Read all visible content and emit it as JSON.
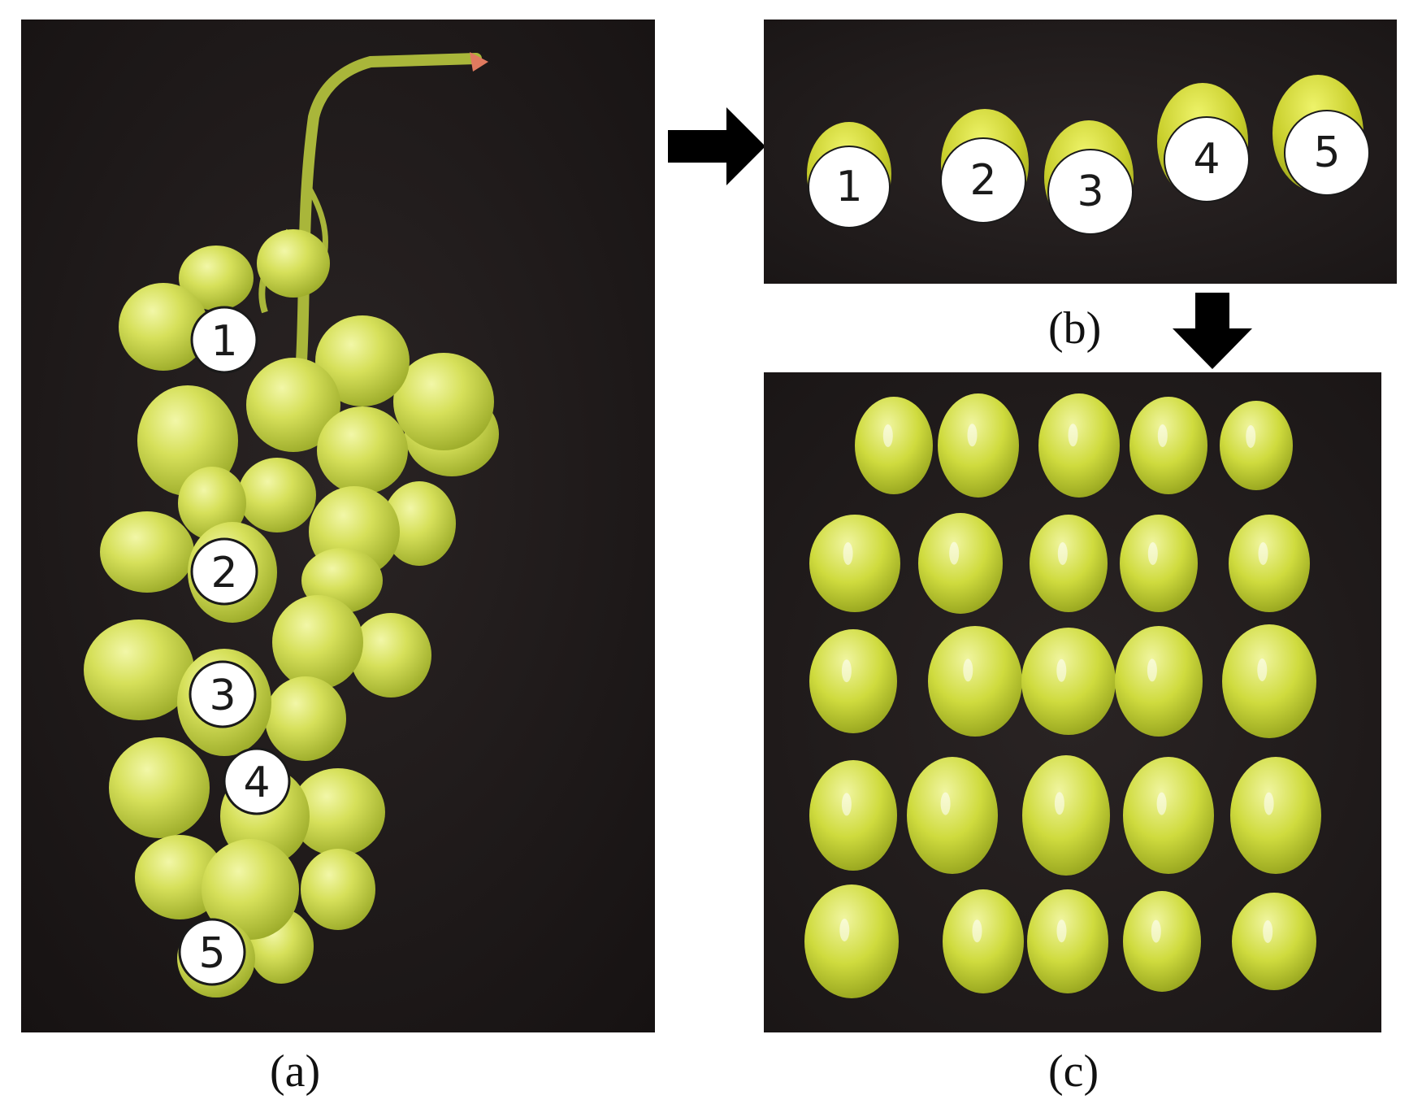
{
  "captions": {
    "a": "(a)",
    "b": "(b)",
    "c": "(c)"
  },
  "markers": {
    "a": [
      "1",
      "2",
      "3",
      "4",
      "5"
    ],
    "b": [
      "1",
      "2",
      "3",
      "4",
      "5"
    ]
  },
  "grid_c": {
    "rows": 5,
    "cols": 5
  },
  "colors": {
    "background_cloth": "#221d1d",
    "grape_light": "#e3ec7a",
    "grape_mid": "#c7d246",
    "grape_dark": "#9aa82a",
    "stem": "#a9b63a",
    "stem_tip": "#e07a5f",
    "marker_fill": "#ffffff",
    "marker_stroke": "#1a1a1a",
    "arrow": "#000000"
  }
}
